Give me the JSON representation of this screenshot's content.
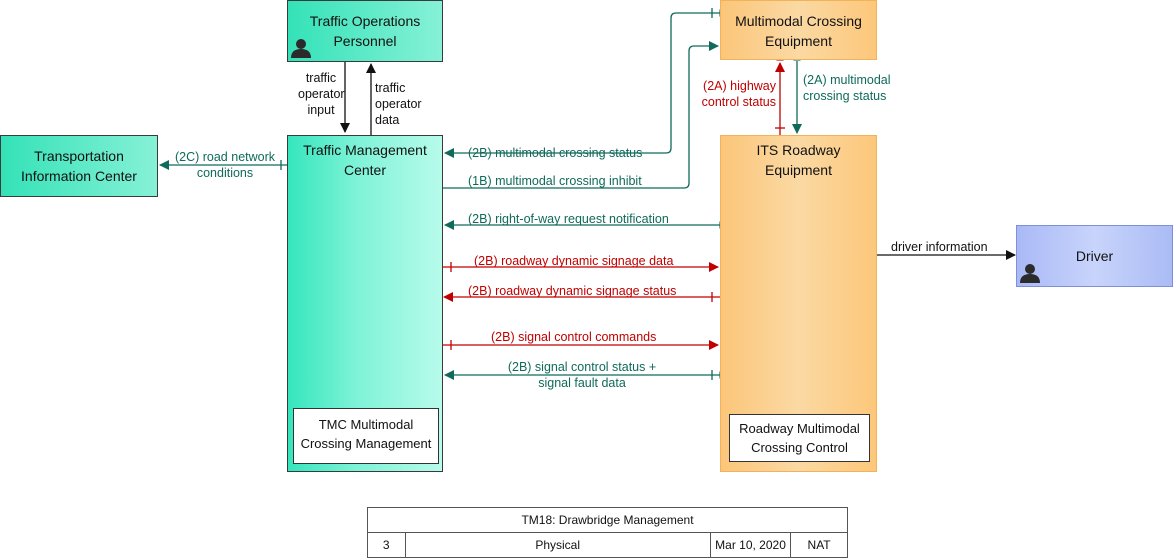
{
  "elements": {
    "traffic_ops": "Traffic Operations Personnel",
    "multimodal_equipment": "Multimodal Crossing Equipment",
    "transport_info_center": "Transportation Information Center",
    "tmc": "Traffic Management Center",
    "its_roadway": "ITS Roadway Equipment",
    "driver": "Driver",
    "tmc_sub": "TMC Multimodal Crossing Management",
    "roadway_sub": "Roadway Multimodal Crossing Control"
  },
  "flows": {
    "operator_input": "traffic operator input",
    "operator_data": "traffic operator data",
    "road_network": "(2C) road network conditions",
    "crossing_status_tmc": "(2B) multimodal crossing status",
    "crossing_inhibit": "(1B) multimodal crossing inhibit",
    "right_of_way": "(2B) right-of-way request notification",
    "signage_data": "(2B) roadway dynamic signage data",
    "signage_status": "(2B) roadway dynamic signage status",
    "signal_commands": "(2B) signal control commands",
    "signal_status": "(2B) signal control status + signal fault data",
    "highway_status": "(2A) highway control status",
    "crossing_status_its": "(2A) multimodal crossing status",
    "driver_info": "driver information"
  },
  "title_block": {
    "name": "TM18: Drawbridge Management",
    "number": "3",
    "view": "Physical",
    "date": "Mar 10, 2020",
    "org": "NAT"
  },
  "colors": {
    "green_flow": "#0f6a5a",
    "red_flow": "#c00000",
    "center_teal": "#35e6bd",
    "field_orange": "#fbc67a",
    "traveler_blue": "#a9b9f6"
  },
  "icons": [
    "person-icon"
  ]
}
